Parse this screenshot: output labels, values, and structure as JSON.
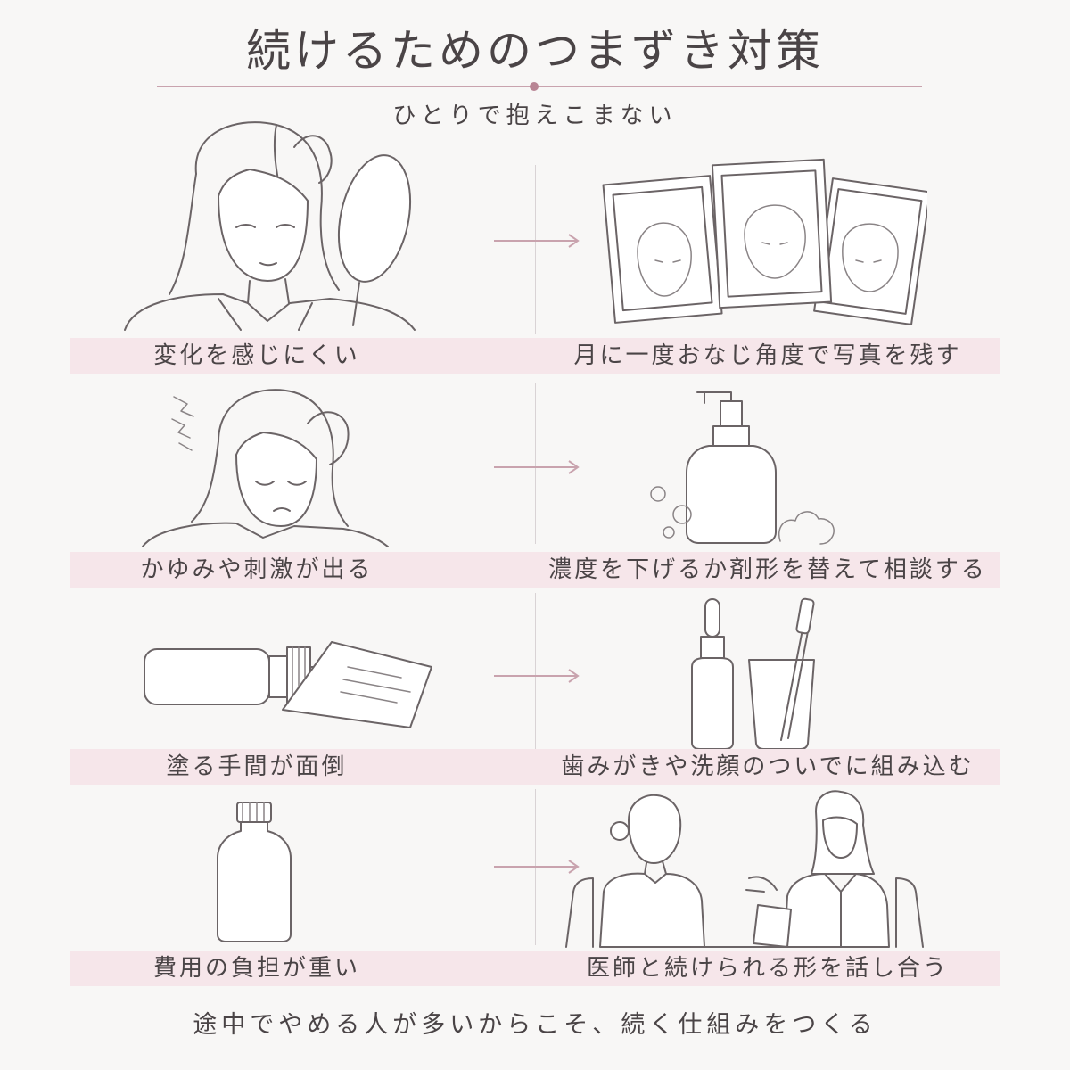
{
  "title": "続けるためのつまずき対策",
  "subtitle": "ひとりで抱えこまない",
  "rows": [
    {
      "problem": "変化を感じにくい",
      "solution": "月に一度おなじ角度で写真を残す"
    },
    {
      "problem": "かゆみや刺激が出る",
      "solution": "濃度を下げるか剤形を替えて相談する"
    },
    {
      "problem": "塗る手間が面倒",
      "solution": "歯みがきや洗顔のついでに組み込む"
    },
    {
      "problem": "費用の負担が重い",
      "solution": "医師と続けられる形を話し合う"
    }
  ],
  "footer": "途中でやめる人が多いからこそ、続く仕組みをつくる",
  "colors": {
    "accent": "#c9a3ae",
    "band": "#f6e6ea",
    "text": "#4a4446",
    "line": "#6b6466"
  },
  "icons": [
    "woman-mirror-icon",
    "photo-set-icon",
    "itchy-scalp-icon",
    "pump-bottle-icon",
    "dropper-bottle-paper-icon",
    "dropper-toothbrush-icon",
    "bottle-icon",
    "doctor-consultation-icon",
    "arrow-right-icon"
  ]
}
